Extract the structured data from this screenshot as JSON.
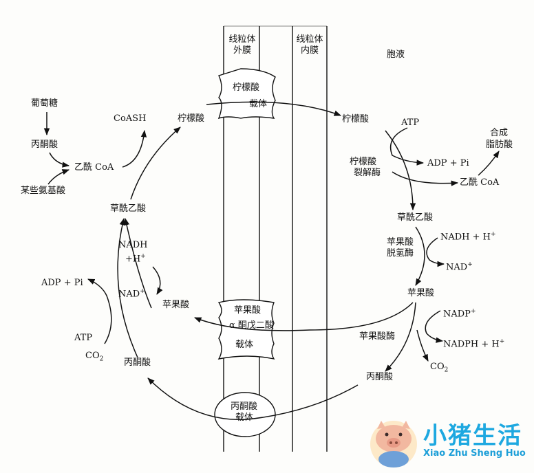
{
  "membranes": {
    "outer": "线粒体外膜",
    "inner": "线粒体内膜",
    "cytosol": "胞液"
  },
  "carriers": {
    "citrate_carrier_line1": "柠檬酸",
    "citrate_carrier_line2": "载体",
    "malate_carrier_line1": "苹果酸",
    "malate_carrier_line2": "α 酮戊二酸",
    "malate_carrier_line3": "载体",
    "pyruvate_carrier_line1": "丙酮酸",
    "pyruvate_carrier_line2": "载体"
  },
  "mito": {
    "glucose": "葡萄糖",
    "pyruvate_top": "丙酮酸",
    "acetylcoa": "乙酰 CoA",
    "amino_acids": "某些氨基酸",
    "coash": "CoASH",
    "citrate": "柠檬酸",
    "oxaloacetate": "草酰乙酸",
    "nadh": "NADH",
    "h_plus": "+H",
    "h_sup": "+",
    "nad": "NAD",
    "nad_sup": "+",
    "malate": "苹果酸",
    "adp_pi": "ADP + Pi",
    "atp": "ATP",
    "co2": "CO",
    "co2_sub": "2",
    "pyruvate": "丙酮酸"
  },
  "cyto": {
    "citrate": "柠檬酸",
    "atp": "ATP",
    "adp_pi": "ADP + Pi",
    "citrate_lyase_line1": "柠檬酸",
    "citrate_lyase_line2": "裂解酶",
    "fatty_acid_line1": "合成",
    "fatty_acid_line2": "脂肪酸",
    "acetylcoa": "乙酰 CoA",
    "oxaloacetate": "草酰乙酸",
    "mdh_line1": "苹果酸",
    "mdh_line2": "脱氢酶",
    "nadh": "NADH + H",
    "nadh_sup": "+",
    "nad": "NAD",
    "nad_sup": "+",
    "malate": "苹果酸",
    "nadp": "NADP",
    "nadp_sup": "+",
    "malic_enzyme": "苹果酸酶",
    "nadph": "NADPH + H",
    "nadph_sup": "+",
    "co2": "CO",
    "co2_sub": "2",
    "pyruvate": "丙酮酸"
  },
  "brand": {
    "title": "小猪生活",
    "subtitle": "Xiao Zhu Sheng Huo",
    "colors": {
      "primary": "#1ea8e0",
      "mascot": "#f2b8a0"
    }
  }
}
